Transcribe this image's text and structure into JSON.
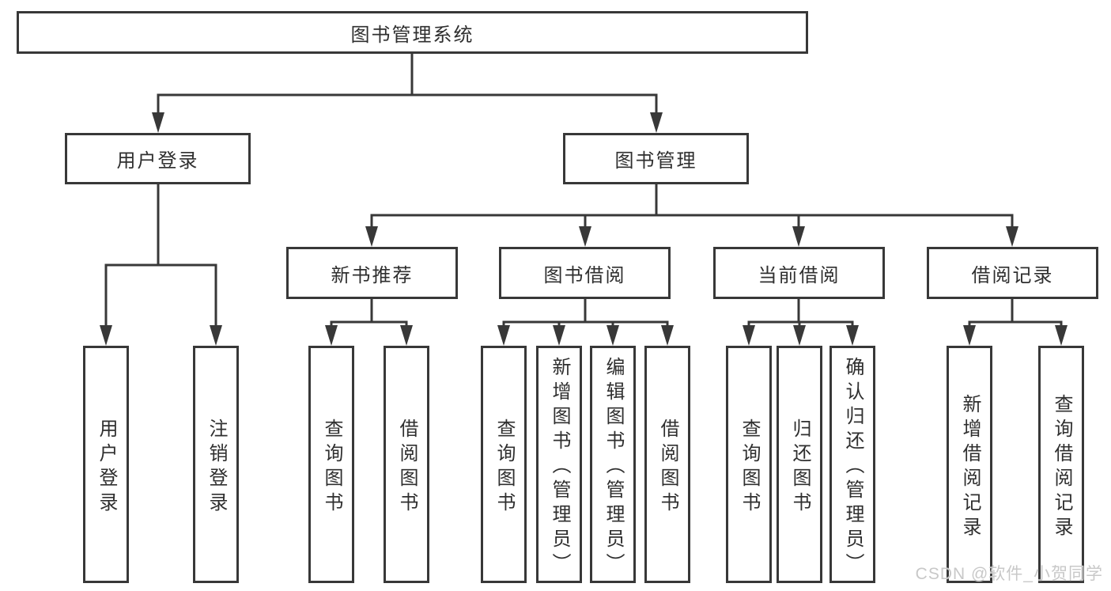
{
  "diagram_title": "图书管理系统",
  "colors": {
    "line": "#383838",
    "text": "#2f2f2f",
    "box_background": "#ffffff",
    "watermark": "#c8c8c8"
  },
  "root": {
    "label": "图书管理系统"
  },
  "level2": [
    {
      "label": "用户登录"
    },
    {
      "label": "图书管理"
    }
  ],
  "level3": [
    {
      "label": "新书推荐",
      "parent": "图书管理"
    },
    {
      "label": "图书借阅",
      "parent": "图书管理"
    },
    {
      "label": "当前借阅",
      "parent": "图书管理"
    },
    {
      "label": "借阅记录",
      "parent": "图书管理"
    }
  ],
  "leaves": [
    {
      "label": "用户登录",
      "parent": "用户登录"
    },
    {
      "label": "注销登录",
      "parent": "用户登录"
    },
    {
      "label": "查询图书",
      "parent": "新书推荐"
    },
    {
      "label": "借阅图书",
      "parent": "新书推荐"
    },
    {
      "label": "查询图书",
      "parent": "图书借阅"
    },
    {
      "label": "新增图书（管理员）",
      "parent": "图书借阅"
    },
    {
      "label": "编辑图书（管理员）",
      "parent": "图书借阅"
    },
    {
      "label": "借阅图书",
      "parent": "图书借阅"
    },
    {
      "label": "查询图书",
      "parent": "当前借阅"
    },
    {
      "label": "归还图书",
      "parent": "当前借阅"
    },
    {
      "label": "确认归还（管理员）",
      "parent": "当前借阅"
    },
    {
      "label": "新增借阅记录",
      "parent": "借阅记录"
    },
    {
      "label": "查询借阅记录",
      "parent": "借阅记录"
    }
  ],
  "watermark": {
    "text": "CSDN @软件_小贺同学"
  }
}
